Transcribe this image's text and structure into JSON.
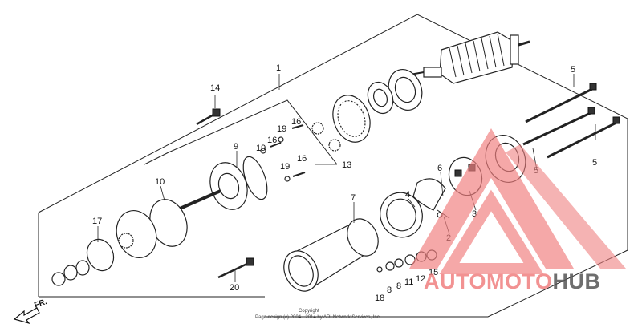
{
  "diagram": {
    "callouts": [
      {
        "id": "p1",
        "text": "1"
      },
      {
        "id": "p2",
        "text": "2"
      },
      {
        "id": "p3",
        "text": "3"
      },
      {
        "id": "p4",
        "text": "4"
      },
      {
        "id": "p5a",
        "text": "5"
      },
      {
        "id": "p5b",
        "text": "5"
      },
      {
        "id": "p5c",
        "text": "5"
      },
      {
        "id": "p6",
        "text": "6"
      },
      {
        "id": "p7",
        "text": "7"
      },
      {
        "id": "p8a",
        "text": "8"
      },
      {
        "id": "p8b",
        "text": "8"
      },
      {
        "id": "p9",
        "text": "9"
      },
      {
        "id": "p10",
        "text": "10"
      },
      {
        "id": "p11",
        "text": "11"
      },
      {
        "id": "p12",
        "text": "12"
      },
      {
        "id": "p13",
        "text": "13"
      },
      {
        "id": "p14",
        "text": "14"
      },
      {
        "id": "p15",
        "text": "15"
      },
      {
        "id": "p16a",
        "text": "16"
      },
      {
        "id": "p16b",
        "text": "16"
      },
      {
        "id": "p16c",
        "text": "16"
      },
      {
        "id": "p17",
        "text": "17"
      },
      {
        "id": "p18",
        "text": "18"
      },
      {
        "id": "p19a",
        "text": "19"
      },
      {
        "id": "p19b",
        "text": "19"
      },
      {
        "id": "p19c",
        "text": "19"
      },
      {
        "id": "p20",
        "text": "20"
      }
    ],
    "direction_label": "FR.",
    "copyright_line1": "Copyright",
    "copyright_line2": "Page design (c) 2004 - 2014 by ARI Network Services, Inc."
  },
  "watermark": {
    "word_1": "AUTO",
    "word_2": "MOTO",
    "word_3": "HUB",
    "color_1": "#f08080",
    "color_2": "#f08080",
    "color_3": "#555555"
  }
}
